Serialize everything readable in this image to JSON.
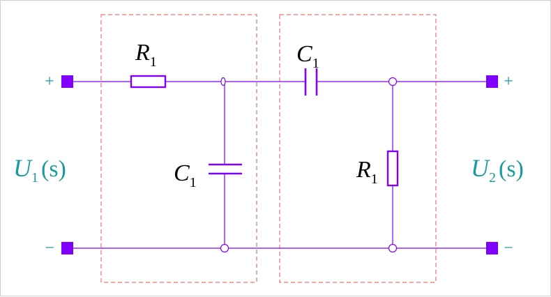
{
  "colors": {
    "wire": "#8000ff",
    "terminal_fill": "#8000ff",
    "node_fill": "#ffffff",
    "box_border": "#e05050",
    "label_teal": "#1a9a9a",
    "label_black": "#000000",
    "background": "#ffffff"
  },
  "labels": {
    "resistor_top": {
      "main": "R",
      "sub": "1"
    },
    "capacitor_top": {
      "main": "C",
      "sub": "1"
    },
    "capacitor_shunt": {
      "main": "C",
      "sub": "1"
    },
    "resistor_shunt": {
      "main": "R",
      "sub": "1"
    },
    "input_voltage": {
      "main": "U",
      "sub": "1",
      "arg": "(s)"
    },
    "output_voltage": {
      "main": "U",
      "sub": "2",
      "arg": "(s)"
    },
    "input_plus": "+",
    "input_minus": "−",
    "output_plus": "+",
    "output_minus": "−"
  },
  "icons": {
    "terminal": "square-terminal",
    "node": "hollow-circle-node"
  }
}
